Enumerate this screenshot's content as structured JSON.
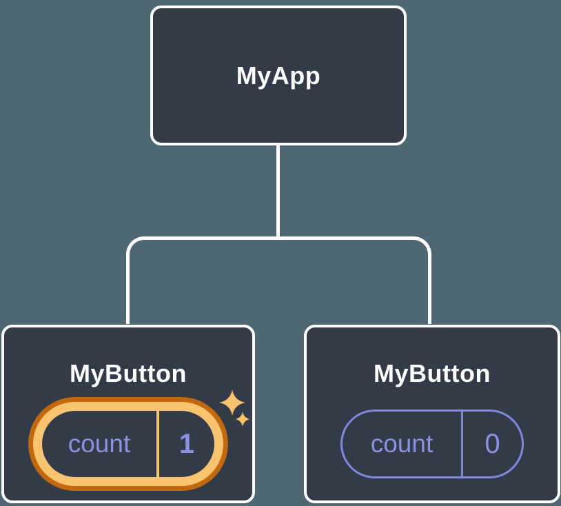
{
  "diagram": {
    "description": "React component tree showing isolated state",
    "root": {
      "label": "MyApp"
    },
    "children": [
      {
        "label": "MyButton",
        "state": {
          "name": "count",
          "value": "1"
        },
        "highlighted": true,
        "icon": "sparkles-icon"
      },
      {
        "label": "MyButton",
        "state": {
          "name": "count",
          "value": "0"
        },
        "highlighted": false
      }
    ]
  },
  "colors": {
    "background": "#4D6872",
    "node_fill": "#343B48",
    "node_border": "#FFFFFF",
    "connector": "#FFFFFF",
    "title_color": "#FFFFFF",
    "state_text": "#8892E2",
    "pill_border_plain": "#7E8AE0",
    "highlight_outer": "#C2690F",
    "highlight_inner": "#FAC36F",
    "sparkle": "#F7C26D"
  }
}
